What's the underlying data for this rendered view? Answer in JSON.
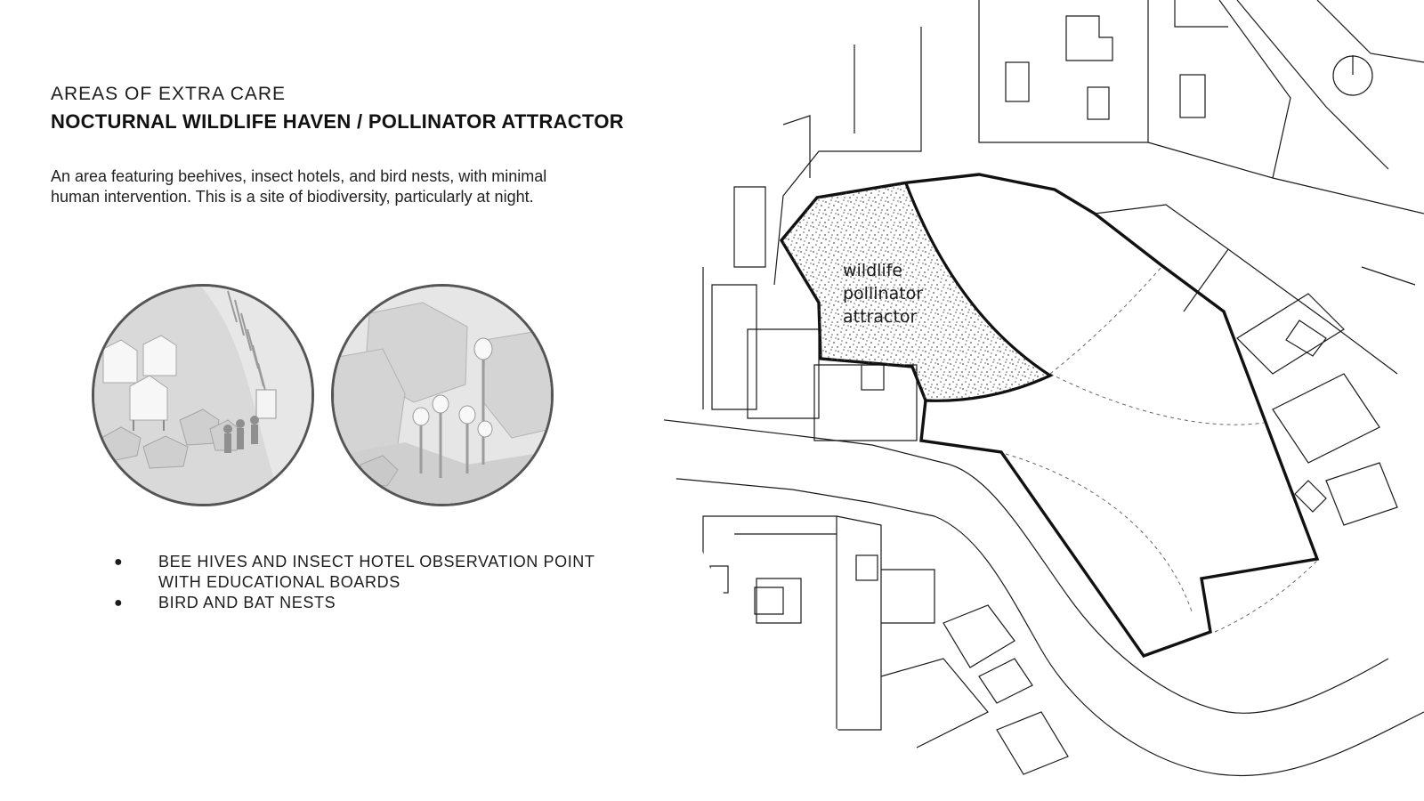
{
  "header": {
    "eyebrow": "AREAS OF EXTRA CARE",
    "title": "NOCTURNAL WILDLIFE HAVEN / POLLINATOR ATTRACTOR"
  },
  "description": "An area featuring beehives, insect hotels, and bird nests, with minimal human intervention. This is a site of biodiversity, particularly at night.",
  "features": [
    {
      "bullet": "●",
      "text": "BEE HIVES AND INSECT HOTEL OBSERVATION POINT WITH EDUCATIONAL BOARDS"
    },
    {
      "bullet": "●",
      "text": "BIRD AND BAT NESTS"
    }
  ],
  "map": {
    "zone_label_lines": [
      "wildlife",
      "pollinator",
      "attractor"
    ]
  }
}
